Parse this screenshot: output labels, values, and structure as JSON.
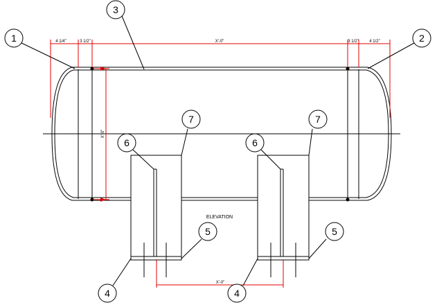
{
  "drawing": {
    "view_label": "ELEVATION",
    "dimensions": {
      "left_head": "4 1/4\"",
      "left_flange": "3 1/2\"",
      "shell_length": "X'-0\"",
      "right_flange": "3 1/2\"",
      "right_head": "4 1/2\"",
      "diameter": "X'-0\"",
      "saddle_spacing": "X'-0\""
    },
    "callouts": {
      "c1": "1",
      "c2": "2",
      "c3": "3",
      "c4_left": "4",
      "c4_right": "4",
      "c5_left": "5",
      "c5_right": "5",
      "c6_left": "6",
      "c6_right": "6",
      "c7_left": "7",
      "c7_right": "7"
    },
    "colors": {
      "line": "#000000",
      "dimension": "#e00000"
    }
  }
}
